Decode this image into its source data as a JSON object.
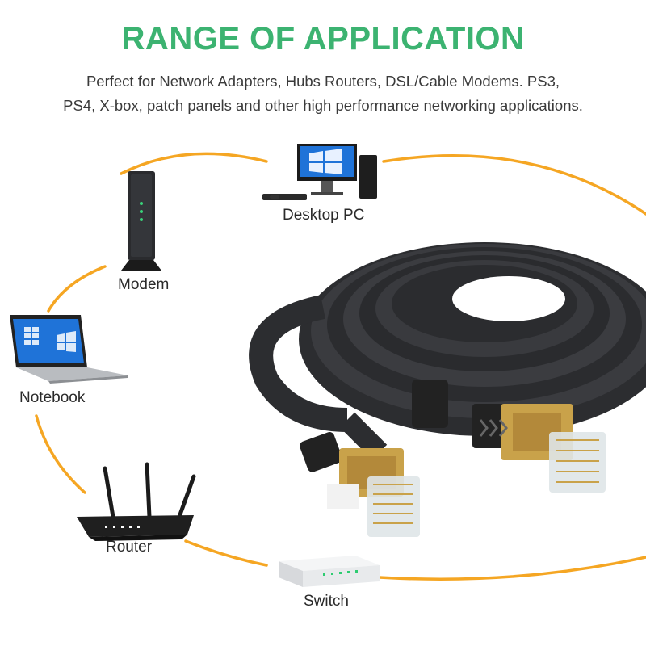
{
  "header": {
    "title": "RANGE OF APPLICATION",
    "subtitle_line1": "Perfect for Network Adapters, Hubs Routers, DSL/Cable Modems. PS3,",
    "subtitle_line2": "PS4, X-box, patch panels and other high performance networking applications."
  },
  "devices": {
    "desktop": "Desktop PC",
    "modem": "Modem",
    "notebook": "Notebook",
    "router": "Router",
    "switch": "Switch"
  },
  "colors": {
    "title": "#3cb371",
    "ring": "#f5a623",
    "cable": "#2c2d30",
    "plug_gold": "#c9a24a"
  }
}
